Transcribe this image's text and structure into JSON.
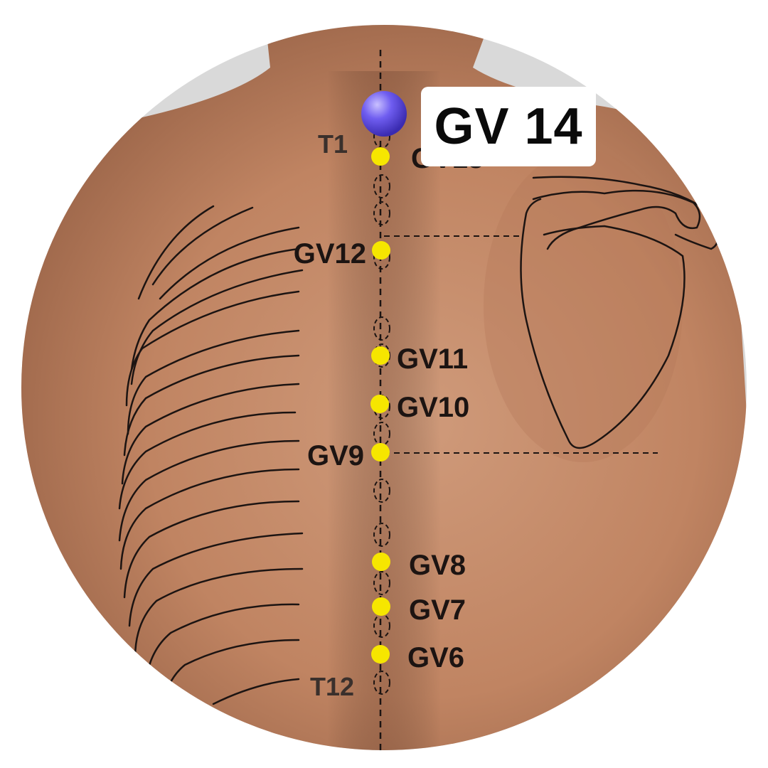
{
  "highlight": {
    "label": "GV 14",
    "marker_color": "#6f5df0"
  },
  "vertebra_labels": {
    "top": "T1",
    "bottom": "T12"
  },
  "points": [
    {
      "id": "gv13",
      "label": "GV13",
      "partially_hidden": true
    },
    {
      "id": "gv12",
      "label": "GV12"
    },
    {
      "id": "gv11",
      "label": "GV11"
    },
    {
      "id": "gv10",
      "label": "GV10"
    },
    {
      "id": "gv9",
      "label": "GV9"
    },
    {
      "id": "gv8",
      "label": "GV8"
    },
    {
      "id": "gv7",
      "label": "GV7"
    },
    {
      "id": "gv6",
      "label": "GV6"
    }
  ],
  "colors": {
    "skin": "#c58a68",
    "point": "#f6e600",
    "line": "#1c1412",
    "background": "#ffffff"
  }
}
